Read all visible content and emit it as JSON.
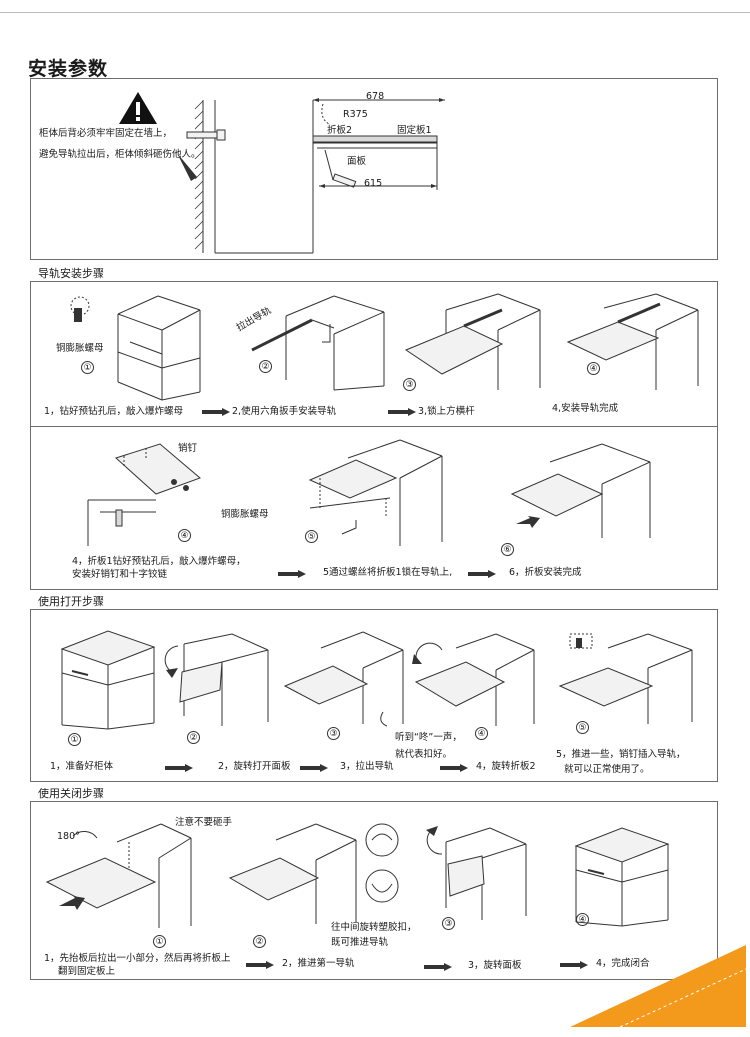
{
  "page_title": "安装参数",
  "params": {
    "warning_text": [
      "柜体后背必须牢牢固定在墙上，",
      "避免导轨拉出后，柜体倾斜砸伤他人。"
    ],
    "dim_top": "678",
    "dim_radius": "R375",
    "label_fold2": "折板2",
    "label_fixed1": "固定板1",
    "label_panel": "面板",
    "dim_bottom": "615"
  },
  "rail_install": {
    "title": "导轨安装步骤",
    "row1": {
      "label_nut": "铜膨胀螺母",
      "label_pull": "拉出导轨",
      "num1": "①",
      "num2": "②",
      "num3": "③",
      "num4": "④",
      "step1": "1，钻好预钻孔后，敲入爆炸螺母",
      "step2": "2,使用六角扳手安装导轨",
      "step3": "3,锁上方横杆",
      "step4": "4,安装导轨完成"
    },
    "row2": {
      "label_pin": "销钉",
      "label_nut": "铜膨胀螺母",
      "num4": "④",
      "num5": "⑤",
      "num6": "⑥",
      "step4_line1": "4，折板1钻好预钻孔后，敲入爆炸螺母，",
      "step4_line2": "安装好销钉和十字铰链",
      "step5": "5通过螺丝将折板1锁在导轨上,",
      "step6": "6，折板安装完成"
    }
  },
  "open_steps": {
    "title": "使用打开步骤",
    "num1": "①",
    "num2": "②",
    "num3": "③",
    "num4": "④",
    "num5": "⑤",
    "step1": "1，准备好柜体",
    "step2": "2，旋转打开面板",
    "step3": "3，拉出导轨",
    "note3_line1": "听到“咚”一声，",
    "note3_line2": "就代表扣好。",
    "step4": "4，旋转折板2",
    "step5_line1": "5，推进一些，销钉插入导轨，",
    "step5_line2": "就可以正常使用了。"
  },
  "close_steps": {
    "title": "使用关闭步骤",
    "angle": "180°",
    "note_hand": "注意不要砸手",
    "num1": "①",
    "num2": "②",
    "num3": "③",
    "num4": "④",
    "step1_line1": "1，先抬板后拉出一小部分，然后再将折板上",
    "step1_line2": "翻到固定板上",
    "note2_line1": "往中间旋转塑胶扣，",
    "note2_line2": "既可推进导轨",
    "step2": "2，推进第一导轨",
    "step3": "3，旋转面板",
    "step4": "4，完成闭合"
  },
  "colors": {
    "accent": "#f39a1d",
    "line": "#333333",
    "border": "#6d6d6d"
  }
}
